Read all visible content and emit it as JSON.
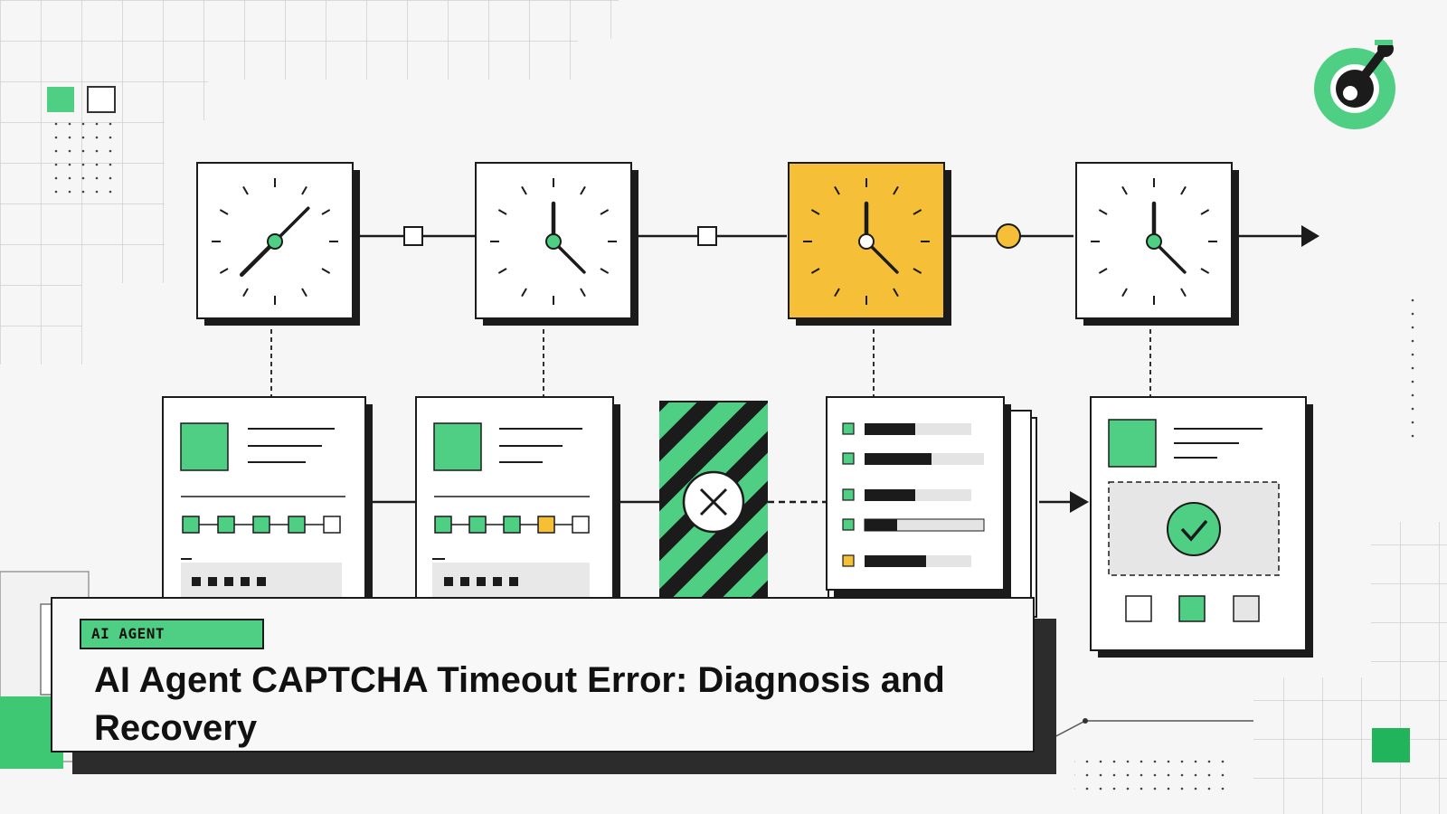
{
  "article": {
    "category_tag": "AI AGENT",
    "title": "AI Agent CAPTCHA Timeout Error: Diagnosis and Recovery"
  },
  "illustration": {
    "clocks": [
      {
        "name": "clock-1",
        "hour_hand_deg": 225,
        "minute_hand_deg": 45,
        "highlighted": false
      },
      {
        "name": "clock-2",
        "hour_hand_deg": 0,
        "minute_hand_deg": 135,
        "highlighted": false
      },
      {
        "name": "clock-3",
        "hour_hand_deg": 0,
        "minute_hand_deg": 135,
        "highlighted": true
      },
      {
        "name": "clock-4",
        "hour_hand_deg": 0,
        "minute_hand_deg": 135,
        "highlighted": false
      }
    ],
    "timeline_nodes": [
      "square",
      "square",
      "circle-yellow"
    ],
    "step_cards": [
      {
        "name": "step-card-1",
        "progress": [
          "green",
          "green",
          "green",
          "green",
          "empty"
        ]
      },
      {
        "name": "step-card-2",
        "progress": [
          "green",
          "green",
          "green",
          "yellow",
          "empty"
        ]
      },
      {
        "name": "step-card-3-blocked",
        "status": "error"
      },
      {
        "name": "step-card-4-checklist",
        "items": [
          "green",
          "green",
          "green",
          "green",
          "yellow"
        ]
      },
      {
        "name": "step-card-5-success",
        "status": "success"
      }
    ]
  },
  "colors": {
    "accent_green": "#4fcf83",
    "warning_yellow": "#f5bf38",
    "ink": "#1b1b1b",
    "background": "#f6f6f6"
  },
  "brand": {
    "logo_icon": "agent-logo-icon"
  }
}
